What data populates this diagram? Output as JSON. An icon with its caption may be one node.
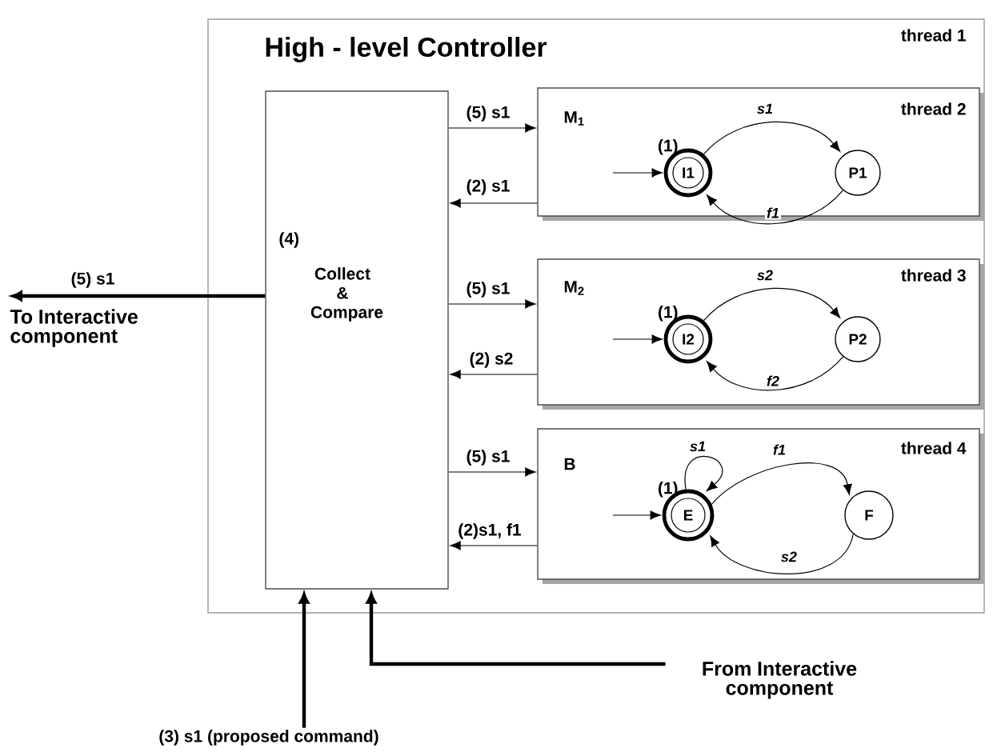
{
  "diagram": {
    "nodes": [
      {
        "text": [
          "High - level Controller",
          "thread 1"
        ]
      },
      {
        "text": [
          "(4)",
          "Collect & Compare"
        ],
        "in": 0
      },
      {
        "text": [
          "M$_{1}$",
          "thread 2"
        ],
        "in": 0
      },
      {
        "text": [
          "I1"
        ],
        "beside": [
          "(1)"
        ],
        "in": 2
      },
      {
        "text": [
          "P1"
        ],
        "in": 2
      },
      {
        "text": [
          "M$_{2}$",
          "thread 3"
        ],
        "in": 0
      },
      {
        "text": [
          "I2"
        ],
        "beside": [
          "(1)"
        ],
        "in": 5
      },
      {
        "text": [
          "P2"
        ],
        "in": 5
      },
      {
        "text": [
          "B",
          "thread 4"
        ],
        "in": 0
      },
      {
        "text": [
          "E"
        ],
        "beside": [
          "(1)"
        ],
        "in": 8
      },
      {
        "text": [
          "F"
        ],
        "in": 8
      },
      {
        "text": [
          "To Interactive component"
        ]
      },
      {
        "text": [
          "From Interactive component"
        ]
      },
      {
        "text": [
          "(3) s1 (proposed command)"
        ]
      }
    ],
    "edges": [
      {
        "from": 1,
        "to": 2,
        "arrow": "to",
        "label": "(5) s1"
      },
      {
        "from": 2,
        "to": 1,
        "arrow": "to",
        "label": "(2) s1"
      },
      {
        "from": 1,
        "to": 5,
        "arrow": "to",
        "label": "(5) s1"
      },
      {
        "from": 5,
        "to": 1,
        "arrow": "to",
        "label": "(2) s2"
      },
      {
        "from": 1,
        "to": 8,
        "arrow": "to",
        "label": "(5) s1"
      },
      {
        "from": 8,
        "to": 1,
        "arrow": "to",
        "label": "(2)s1, f1"
      },
      {
        "from": null,
        "to": 3,
        "arrow": "to"
      },
      {
        "from": 3,
        "to": 4,
        "arrow": "to",
        "label": "s1"
      },
      {
        "from": 4,
        "to": 3,
        "arrow": "to",
        "label": "f1"
      },
      {
        "from": null,
        "to": 6,
        "arrow": "to"
      },
      {
        "from": 6,
        "to": 7,
        "arrow": "to",
        "label": "s2"
      },
      {
        "from": 7,
        "to": 6,
        "arrow": "to",
        "label": "f2"
      },
      {
        "from": null,
        "to": 9,
        "arrow": "to"
      },
      {
        "from": 9,
        "to": 9,
        "arrow": "to",
        "label": "s1"
      },
      {
        "from": 9,
        "to": 10,
        "arrow": "to",
        "label": "f1"
      },
      {
        "from": 10,
        "to": 9,
        "arrow": "to",
        "label": "s2"
      },
      {
        "from": 1,
        "to": 11,
        "arrow": "to",
        "label": "(5) s1",
        "style": "thick"
      },
      {
        "from": 12,
        "to": 1,
        "arrow": "to",
        "style": "thick"
      },
      {
        "from": 13,
        "to": 1,
        "arrow": "to",
        "style": "thick"
      }
    ]
  }
}
